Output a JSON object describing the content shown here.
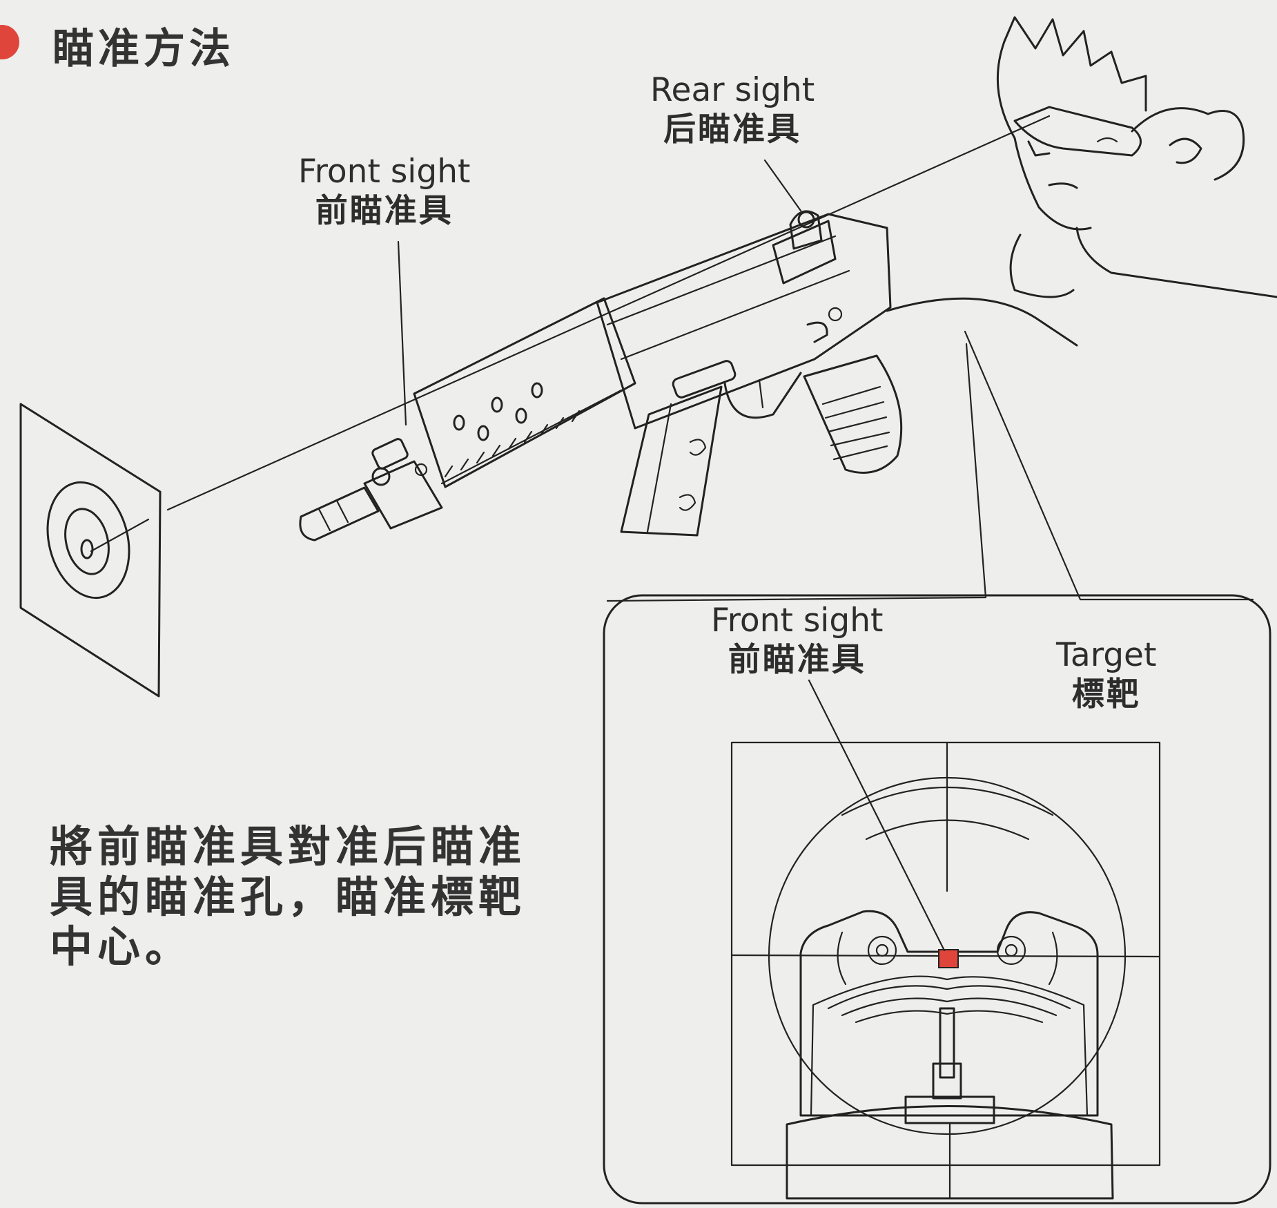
{
  "section": {
    "title": "瞄准方法",
    "bullet_color": "#e0453b"
  },
  "labels": {
    "rear_sight": {
      "en": "Rear sight",
      "cn": "后瞄准具"
    },
    "front_sight": {
      "en": "Front sight",
      "cn": "前瞄准具"
    },
    "inset_front_sight": {
      "en": "Front sight",
      "cn": "前瞄准具"
    },
    "target": {
      "en": "Target",
      "cn": "標靶"
    }
  },
  "instruction": {
    "text": "將前瞄准具對准后瞄准具的瞄准孔，瞄准標靶中心。"
  },
  "colors": {
    "front_sight_marker": "#e0453b",
    "sight_fill": "#c9c6c3"
  },
  "icons": {
    "shooter": "shooter-figure",
    "rifle": "rifle-icon",
    "target": "target-board-icon"
  }
}
